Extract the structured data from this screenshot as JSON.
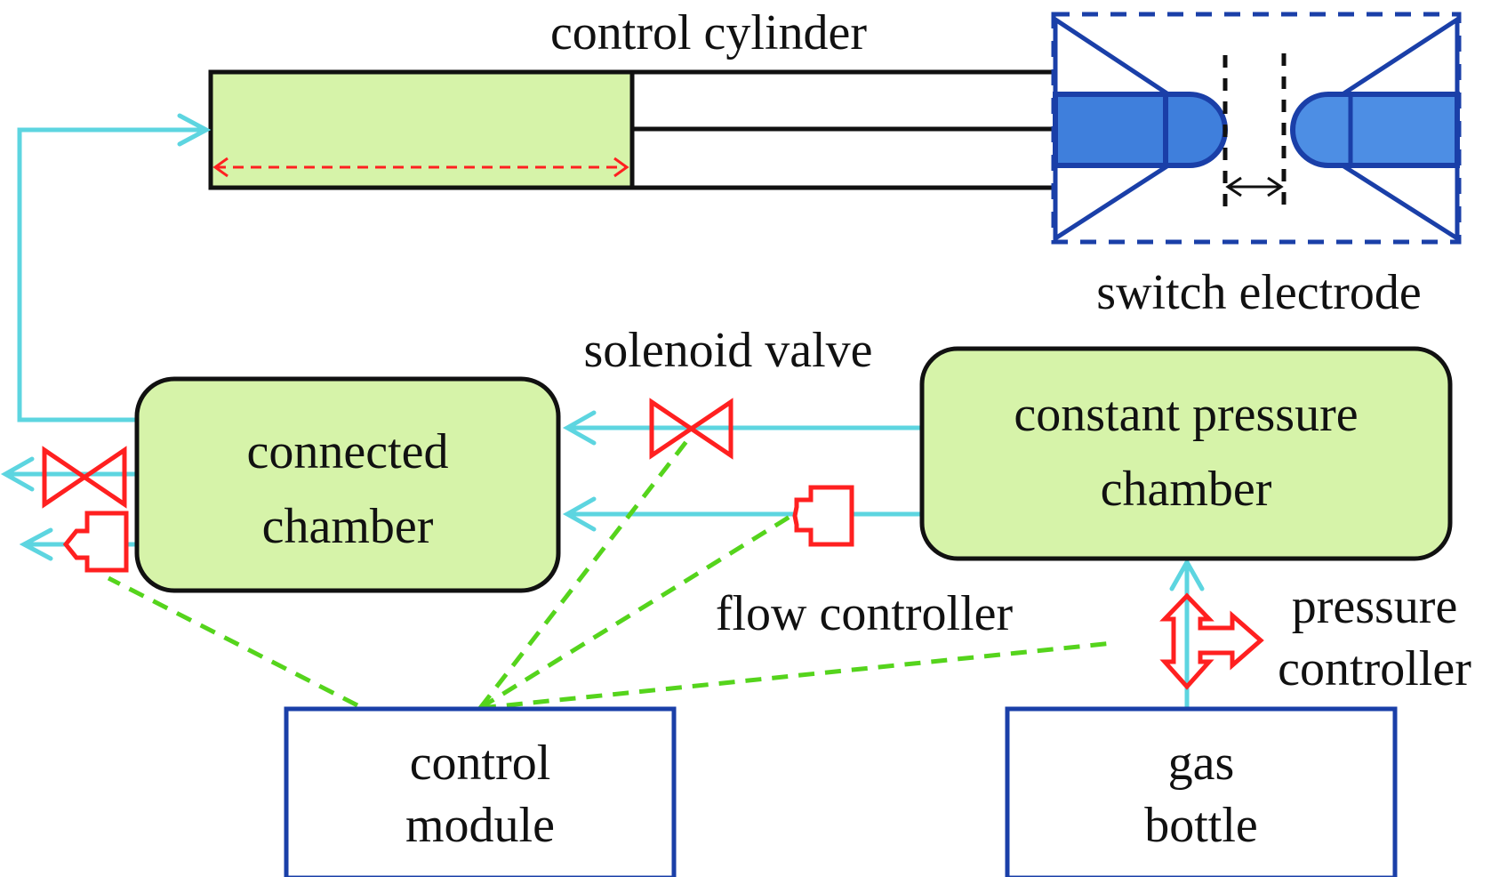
{
  "diagram": {
    "title": "Gas switch pressure control system",
    "colors": {
      "chamber_fill": "#d6f3a9",
      "outline": "#111111",
      "gas_line": "#5dd5e0",
      "valve": "#ff2020",
      "signal_line": "#55d41c",
      "module_border": "#1a3fa8",
      "electrode_fill": "#3f7fdc",
      "electrode_outline": "#1a3fa8",
      "gap_marker": "#111111",
      "stroke_arrow": "#ff2020"
    },
    "labels": {
      "control_cylinder": "control cylinder",
      "switch_electrode": "switch electrode",
      "solenoid_valve": "solenoid valve",
      "connected_chamber_line1": "connected",
      "connected_chamber_line2": "chamber",
      "constant_pressure_line1": "constant pressure",
      "constant_pressure_line2": "chamber",
      "flow_controller": "flow controller",
      "pressure_controller_line1": "pressure",
      "pressure_controller_line2": "controller",
      "control_module_line1": "control",
      "control_module_line2": "module",
      "gas_bottle_line1": "gas",
      "gas_bottle_line2": "bottle"
    },
    "nodes": [
      {
        "id": "control-cylinder",
        "label": "control cylinder"
      },
      {
        "id": "switch-electrode",
        "label": "switch electrode"
      },
      {
        "id": "connected-chamber",
        "label": "connected chamber"
      },
      {
        "id": "constant-pressure-chamber",
        "label": "constant pressure chamber"
      },
      {
        "id": "control-module",
        "label": "control module"
      },
      {
        "id": "gas-bottle",
        "label": "gas bottle"
      },
      {
        "id": "solenoid-valve",
        "label": "solenoid valve"
      },
      {
        "id": "flow-controller",
        "label": "flow controller"
      },
      {
        "id": "pressure-controller",
        "label": "pressure controller"
      }
    ],
    "edges": [
      {
        "from": "gas-bottle",
        "to": "constant-pressure-chamber",
        "via": "pressure-controller",
        "type": "gas"
      },
      {
        "from": "constant-pressure-chamber",
        "to": "connected-chamber",
        "via": "solenoid-valve",
        "type": "gas"
      },
      {
        "from": "constant-pressure-chamber",
        "to": "connected-chamber",
        "via": "flow-controller",
        "type": "gas"
      },
      {
        "from": "connected-chamber",
        "to": "control-cylinder",
        "type": "gas"
      },
      {
        "from": "connected-chamber",
        "to": "exhaust",
        "via": "solenoid-valve",
        "type": "gas"
      },
      {
        "from": "connected-chamber",
        "to": "exhaust",
        "via": "flow-controller",
        "type": "gas"
      },
      {
        "from": "control-module",
        "to": "solenoid-valve",
        "type": "signal"
      },
      {
        "from": "control-module",
        "to": "flow-controller",
        "type": "signal"
      },
      {
        "from": "control-module",
        "to": "pressure-controller",
        "type": "signal"
      },
      {
        "from": "control-module",
        "to": "exhaust-flow-controller",
        "type": "signal"
      }
    ]
  }
}
